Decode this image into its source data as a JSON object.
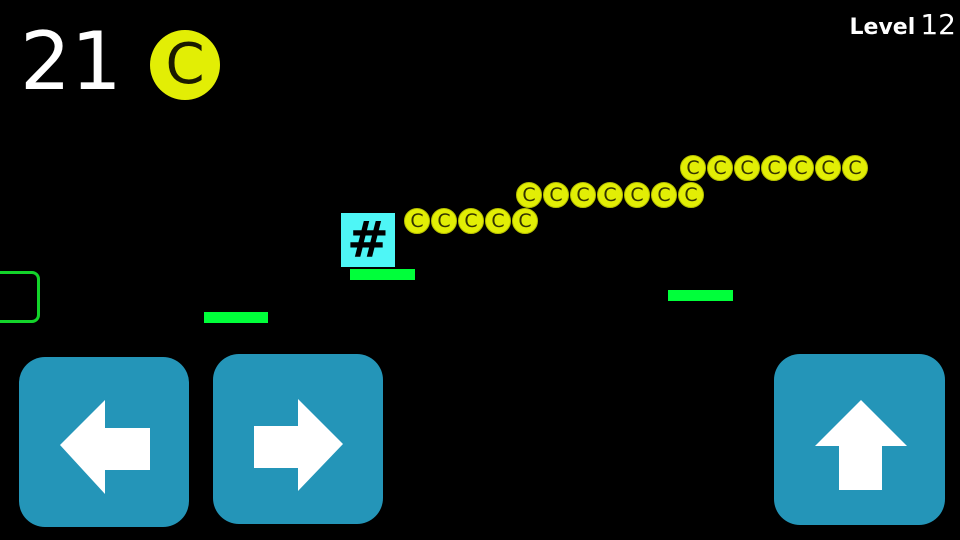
{
  "hud": {
    "score": "21",
    "coin_icon_label": "C",
    "level_label": "Level",
    "level_number": "12"
  },
  "coin_label": "C",
  "player_label": "#",
  "controls": {
    "left": "arrow-left-icon",
    "right": "arrow-right-icon",
    "jump": "arrow-up-icon"
  },
  "colors": {
    "background": "#000000",
    "coin": "#e2ee05",
    "platform": "#00ff3a",
    "player": "#4ef6f6",
    "button": "#2495b8",
    "exit_outline": "#13d42a"
  }
}
